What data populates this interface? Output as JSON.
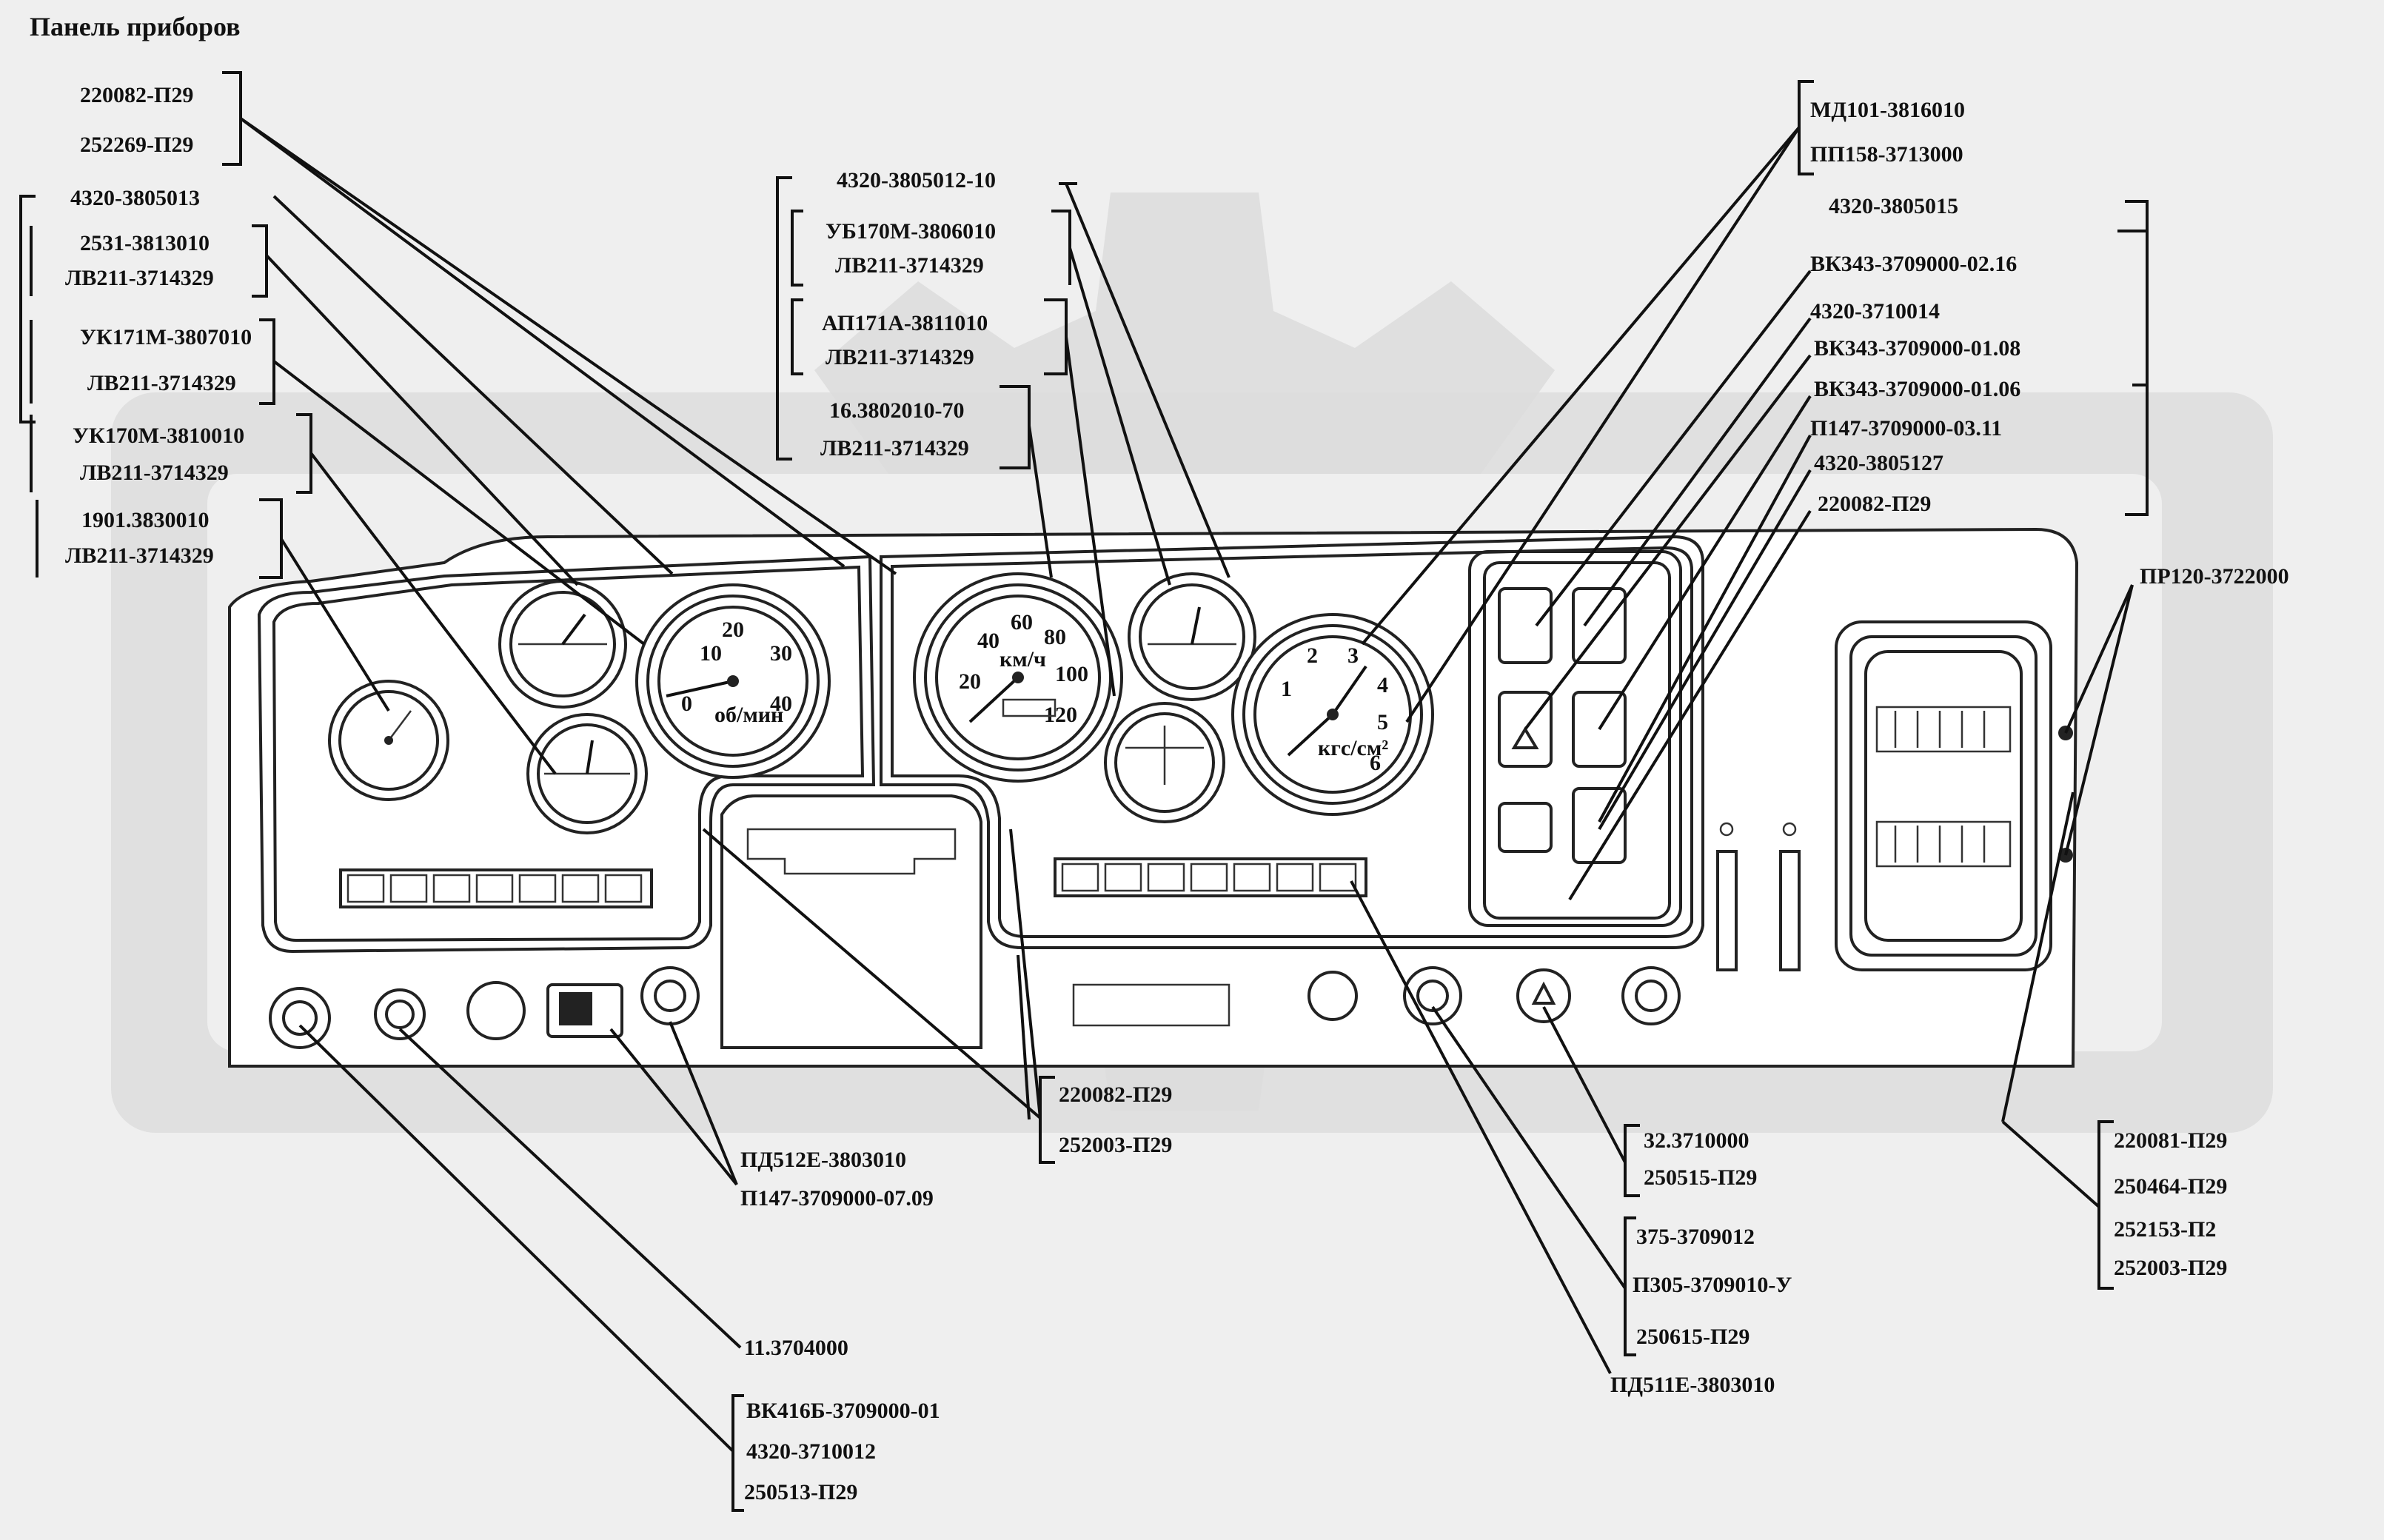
{
  "title": "Панель приборов",
  "labels": {
    "l1": "220082-П29",
    "l2": "252269-П29",
    "l3": "4320-3805013",
    "l4": "2531-3813010",
    "l5": "ЛВ211-3714329",
    "l6": "УК171М-3807010",
    "l7": "ЛВ211-3714329",
    "l8": "УК170М-3810010",
    "l9": "ЛВ211-3714329",
    "l10": "1901.3830010",
    "l11": "ЛВ211-3714329",
    "c1": "4320-3805012-10",
    "c2": "УБ170М-3806010",
    "c3": "ЛВ211-3714329",
    "c4": "АП171А-3811010",
    "c5": "ЛВ211-3714329",
    "c6": "16.3802010-70",
    "c7": "ЛВ211-3714329",
    "r1": "МД101-3816010",
    "r2": "ПП158-3713000",
    "r3": "4320-3805015",
    "r4": "ВК343-3709000-02.16",
    "r5": "4320-3710014",
    "r6": "ВК343-3709000-01.08",
    "r7": "ВК343-3709000-01.06",
    "r8": "П147-3709000-03.11",
    "r9": "4320-3805127",
    "r10": "220082-П29",
    "r11": "ПР120-3722000",
    "b1": "220082-П29",
    "b2": "252003-П29",
    "b3": "ПД512Е-3803010",
    "b4": "П147-3709000-07.09",
    "b5": "11.3704000",
    "b6": "ВК416Б-3709000-01",
    "b7": "4320-3710012",
    "b8": "250513-П29",
    "b9": "32.3710000",
    "b10": "250515-П29",
    "b11": "375-3709012",
    "b12": "П305-3709010-У",
    "b13": "250615-П29",
    "b14": "ПД511Е-3803010",
    "b15": "220081-П29",
    "b16": "250464-П29",
    "b17": "252153-П2",
    "b18": "252003-П29"
  },
  "gauges": {
    "tacho_ticks": [
      "10",
      "20",
      "30",
      "40",
      "0"
    ],
    "tacho_unit": "об/мин",
    "speedo_ticks": [
      "20",
      "40",
      "60",
      "80",
      "100",
      "120"
    ],
    "speedo_unit": "км/ч",
    "pressure_ticks": [
      "1",
      "2",
      "3",
      "4",
      "5",
      "6"
    ],
    "pressure_unit": "кгс/см²"
  }
}
